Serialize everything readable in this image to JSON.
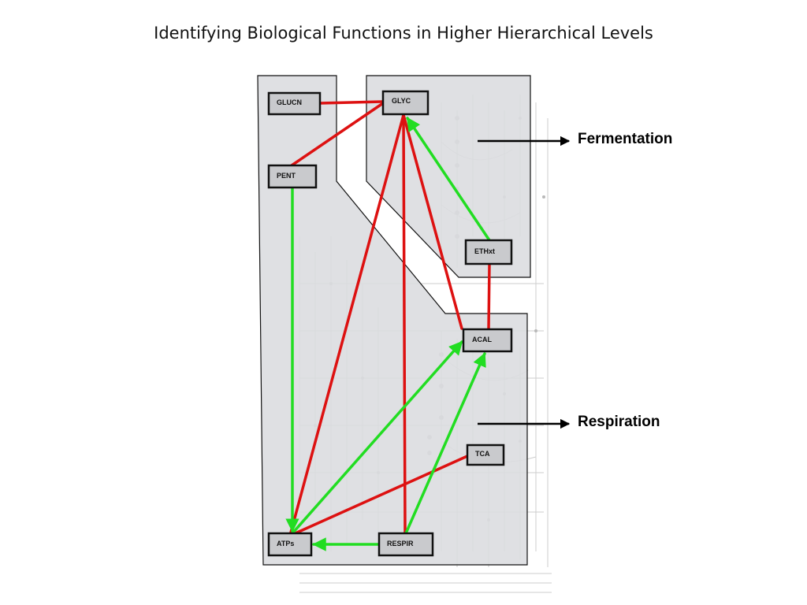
{
  "title": "Identifying Biological Functions in Higher Hierarchical Levels",
  "nodes": {
    "glucn": "GLUCN",
    "glyc": "GLYC",
    "pent": "PENT",
    "ethxt": "ETHxt",
    "acal": "ACAL",
    "tca": "TCA",
    "atps": "ATPs",
    "respir": "RESPIR"
  },
  "labels": {
    "fermentation": "Fermentation",
    "respiration": "Respiration"
  },
  "colors": {
    "inhibition": "#dd1111",
    "activation": "#22dd22",
    "region_fill": "#dcdde0",
    "node_fill": "#c9cacd"
  }
}
